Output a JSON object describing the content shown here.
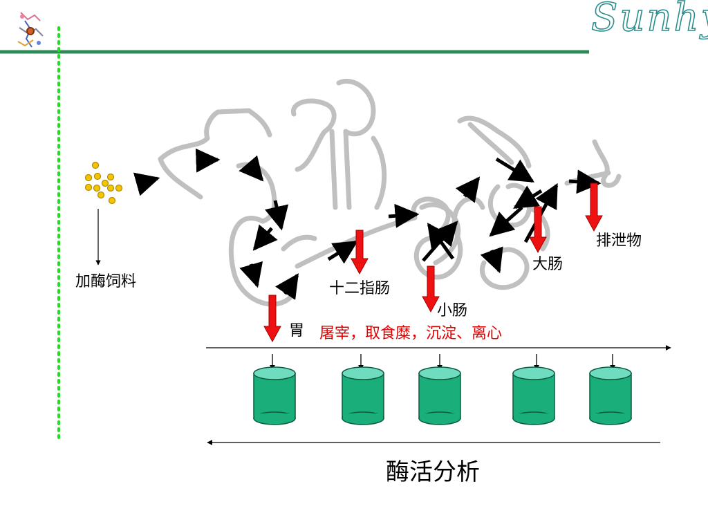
{
  "brand": {
    "text": "Sunhy"
  },
  "labels": {
    "feed": "加酶饲料",
    "stomach": "胃",
    "duodenum": "十二指肠",
    "small_intestine": "小肠",
    "large_intestine": "大肠",
    "excreta": "排泄物",
    "process": "屠宰，取食糜，沉淀、离心",
    "analysis": "酶活分析"
  },
  "colors": {
    "accent_line": "#2e8b57",
    "dotted_line": "#22dd22",
    "sample_arrow": "#ee1111",
    "flow_arrow": "#000000",
    "cylinder_fill": "#1aaf7a",
    "cylinder_top": "#6fdcc0",
    "feed_pellet": "#f5c400",
    "gut_outline": "#bfbfbf",
    "process_text": "#e00000"
  },
  "icons": [
    "molecule-logo-icon",
    "feed-pellets-icon",
    "sample-cylinder-icon"
  ]
}
